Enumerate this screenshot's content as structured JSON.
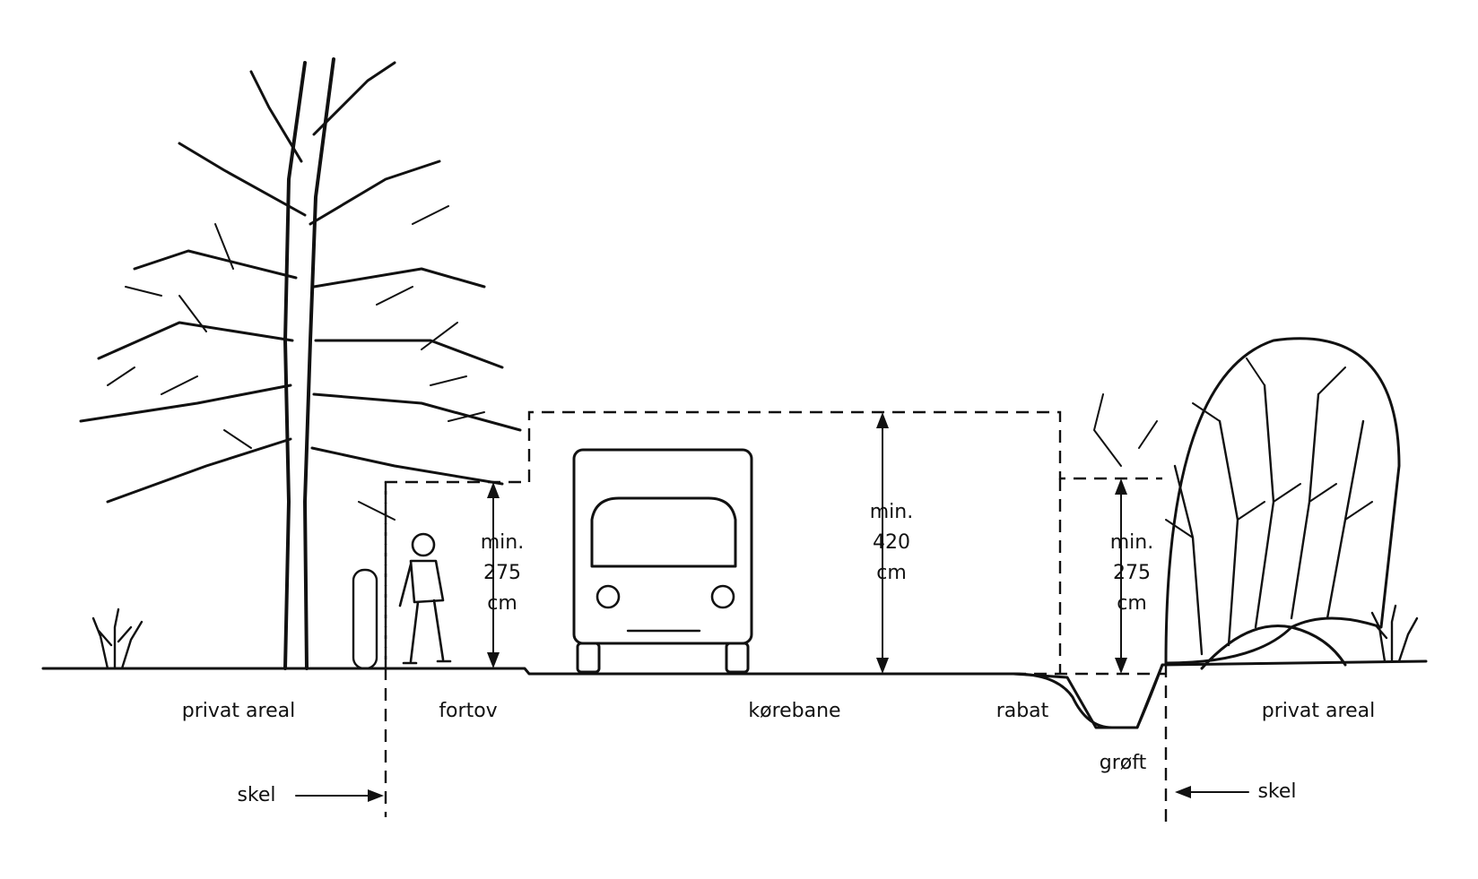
{
  "zones": {
    "private_left": "privat areal",
    "sidewalk": "fortov",
    "roadway": "kørebane",
    "verge": "rabat",
    "ditch": "grøft",
    "private_right": "privat areal"
  },
  "boundary": {
    "left": "skel",
    "right": "skel"
  },
  "clearance": {
    "sidewalk": [
      "min.",
      "275",
      "cm"
    ],
    "roadway": [
      "min.",
      "420",
      "cm"
    ],
    "verge": [
      "min.",
      "275",
      "cm"
    ]
  },
  "colors": {
    "ink": "#111111",
    "background": "#ffffff"
  }
}
